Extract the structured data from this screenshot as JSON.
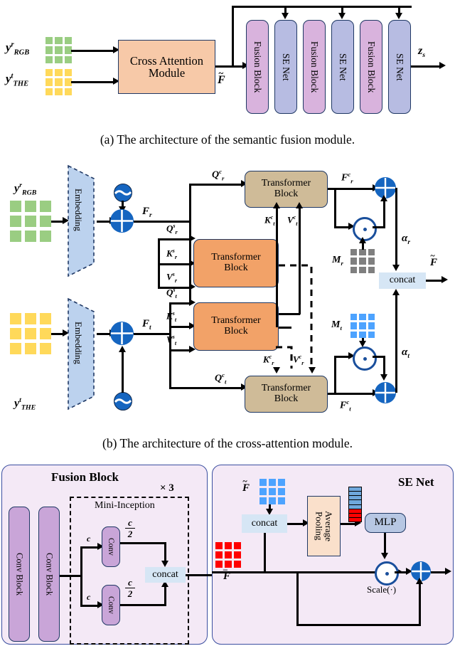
{
  "figure": {
    "panels": [
      {
        "id": "a",
        "caption": "(a) The architecture of the semantic fusion module."
      },
      {
        "id": "b",
        "caption": "(b) The architecture of the cross-attention module."
      },
      {
        "id": "c",
        "caption": ""
      }
    ]
  },
  "panel_a": {
    "inputs": [
      {
        "label_main": "y",
        "label_sup": "r",
        "label_sub": "RGB",
        "grid_color": "#9acd82",
        "name": "rgb-input"
      },
      {
        "label_main": "y",
        "label_sup": "t",
        "label_sub": "THE",
        "grid_color": "#ffd95a",
        "name": "thermal-input"
      }
    ],
    "module_label": "Cross Attention Module",
    "module_line1": "Cross Attention",
    "module_line2": "Module",
    "intermediate_label_main": "F",
    "intermediate_accent": "~",
    "stack": [
      {
        "label": "Fusion Block",
        "kind": "fusion"
      },
      {
        "label": "SE Net",
        "kind": "se"
      },
      {
        "label": "Fusion Block",
        "kind": "fusion"
      },
      {
        "label": "SE Net",
        "kind": "se"
      },
      {
        "label": "Fusion Block",
        "kind": "fusion"
      },
      {
        "label": "SE Net",
        "kind": "se"
      }
    ],
    "output_main": "z",
    "output_sub": "s"
  },
  "panel_b": {
    "branches": [
      {
        "id": "rgb",
        "input_main": "y",
        "input_sup": "r",
        "input_sub": "RGB",
        "grid_color": "#9acd82",
        "embedding_label": "Embedding",
        "feature_main": "F",
        "feature_sub": "r",
        "self_q": {
          "main": "Q",
          "sup": "s",
          "sub": "r"
        },
        "self_k": {
          "main": "K",
          "sup": "s",
          "sub": "r"
        },
        "self_v": {
          "main": "V",
          "sup": "s",
          "sub": "r"
        },
        "cross_q": {
          "main": "Q",
          "sup": "c",
          "sub": "r"
        },
        "cross_k": {
          "main": "K",
          "sup": "c",
          "sub": "t"
        },
        "cross_v": {
          "main": "V",
          "sup": "c",
          "sub": "t"
        },
        "cross_out": {
          "main": "F",
          "sup": "c",
          "sub": "r"
        },
        "mask": {
          "main": "M",
          "sub": "r",
          "color": "#7f7f7f"
        },
        "alpha": {
          "main": "α",
          "sub": "r"
        },
        "transformer_label": "Transformer Block"
      },
      {
        "id": "thermal",
        "input_main": "y",
        "input_sup": "t",
        "input_sub": "THE",
        "grid_color": "#ffd95a",
        "embedding_label": "Embedding",
        "feature_main": "F",
        "feature_sub": "t",
        "self_q": {
          "main": "Q",
          "sup": "s",
          "sub": "t"
        },
        "self_k": {
          "main": "K",
          "sup": "s",
          "sub": "t"
        },
        "self_v": {
          "main": "V",
          "sup": "s",
          "sub": "t"
        },
        "cross_q": {
          "main": "Q",
          "sup": "c",
          "sub": "t"
        },
        "cross_k": {
          "main": "K",
          "sup": "c",
          "sub": "r"
        },
        "cross_v": {
          "main": "V",
          "sup": "c",
          "sub": "r"
        },
        "cross_out": {
          "main": "F",
          "sup": "c",
          "sub": "t"
        },
        "mask": {
          "main": "M",
          "sub": "t",
          "color": "#4da3ff"
        },
        "alpha": {
          "main": "α",
          "sub": "t"
        },
        "transformer_label": "Transformer Block"
      }
    ],
    "transformer_line1": "Transformer",
    "transformer_line2": "Block",
    "concat_label": "concat",
    "output_main": "F",
    "output_accent": "~"
  },
  "panel_c": {
    "fusion": {
      "title": "Fusion Block",
      "conv_block_label": "Conv Block",
      "repeat_label": "× 3",
      "inception_title": "Mini-Inception",
      "conv_label": "Conv",
      "in_channels": "c",
      "out_channels_num": "c",
      "out_channels_den": "2",
      "concat_label": "concat"
    },
    "senet": {
      "title": "SE Net",
      "input_tilde_main": "F",
      "input_tilde_accent": "~",
      "input_tilde_color": "#4da3ff",
      "input_bar_main": "F",
      "input_bar_accent": "–",
      "input_bar_color": "#ff0000",
      "concat_label": "concat",
      "avgpool_label": "Average Pooling",
      "mlp_label": "MLP",
      "scale_label": "Scale(·)",
      "colorbar_segments": [
        "#6fa8dc",
        "#6fa8dc",
        "#6fa8dc",
        "#6fa8dc",
        "#6fa8dc",
        "#ff0000",
        "#ff0000",
        "#ff0000"
      ]
    }
  },
  "colors": {
    "cross_attention": "#f7c9a8",
    "fusion_block": "#d9b3dd",
    "se_net": "#b7bce2",
    "transformer_self": "#f2a268",
    "transformer_cross": "#cfbb98",
    "embedding": "#bcd2ee",
    "concat": "#d6e6f5",
    "panel_bg": "#f4e9f6",
    "conv_block": "#c9a5d8",
    "mlp": "#b7c7e3",
    "avg_pool": "#fae0cb",
    "circle_blue": "#1565c0",
    "border": "#1f3864"
  }
}
